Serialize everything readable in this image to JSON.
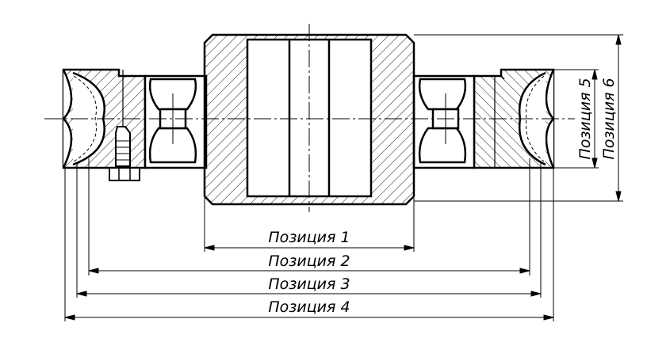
{
  "drawing": {
    "dimensions": {
      "pos1": "Позиция 1",
      "pos2": "Позиция 2",
      "pos3": "Позиция 3",
      "pos4": "Позиция 4",
      "pos5": "Позиция 5",
      "pos6": "Позиция 6"
    }
  }
}
